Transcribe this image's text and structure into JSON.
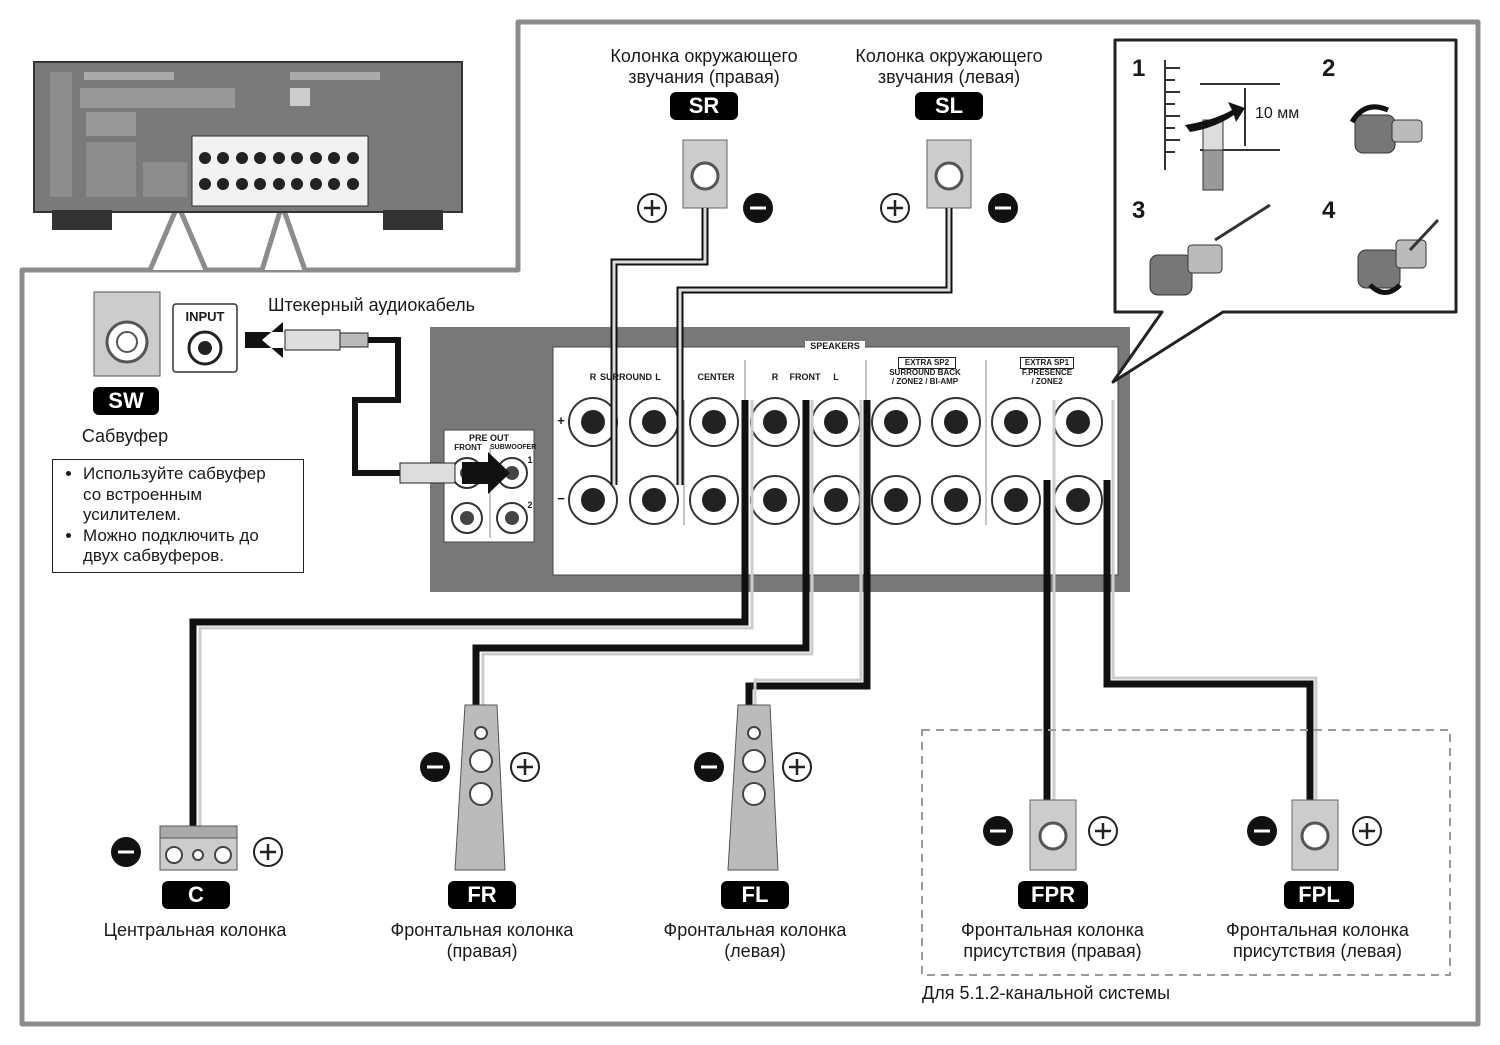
{
  "speakers": {
    "sr": {
      "caption_line1": "Колонка окружающего",
      "caption_line2": "звучания (правая)",
      "badge": "SR"
    },
    "sl": {
      "caption_line1": "Колонка окружающего",
      "caption_line2": "звучания (левая)",
      "badge": "SL"
    },
    "sw": {
      "badge": "SW",
      "caption": "Сабвуфер",
      "input_label": "INPUT"
    },
    "c": {
      "badge": "C",
      "caption": "Центральная колонка"
    },
    "fr": {
      "badge": "FR",
      "caption_line1": "Фронтальная колонка",
      "caption_line2": "(правая)"
    },
    "fl": {
      "badge": "FL",
      "caption_line1": "Фронтальная колонка",
      "caption_line2": "(левая)"
    },
    "fpr": {
      "badge": "FPR",
      "caption_line1": "Фронтальная колонка",
      "caption_line2": "присутствия (правая)"
    },
    "fpl": {
      "badge": "FPL",
      "caption_line1": "Фронтальная колонка",
      "caption_line2": "присутствия (левая)"
    }
  },
  "cable_label": "Штекерный аудиокабель",
  "notes": [
    {
      "l1": "Используйте сабвуфер",
      "l2": "со встроенным",
      "l3": "усилителем."
    },
    {
      "l1": "Можно подключить до",
      "l2": "двух сабвуферов."
    }
  ],
  "steps": {
    "s1": "1",
    "s2": "2",
    "s3": "3",
    "s4": "4",
    "measure": "10 мм"
  },
  "panel": {
    "speakers": "SPEAKERS",
    "surround": "SURROUND",
    "center": "CENTER",
    "front": "FRONT",
    "extra_sp2": "EXTRA SP2",
    "extra_sp2_sub1": "SURROUND BACK",
    "extra_sp2_sub2": "/ ZONE2 / BI-AMP",
    "extra_sp1": "EXTRA SP1",
    "extra_sp1_sub1": "F.PRESENCE",
    "extra_sp1_sub2": "/ ZONE2",
    "r": "R",
    "l": "L",
    "plus": "+",
    "minus": "−",
    "pre_out": "PRE OUT",
    "front_label": "FRONT",
    "subwoofer_label": "SUBWOOFER",
    "n1": "1",
    "n2": "2"
  },
  "footer_note": "Для 5.1.2-канальной системы"
}
